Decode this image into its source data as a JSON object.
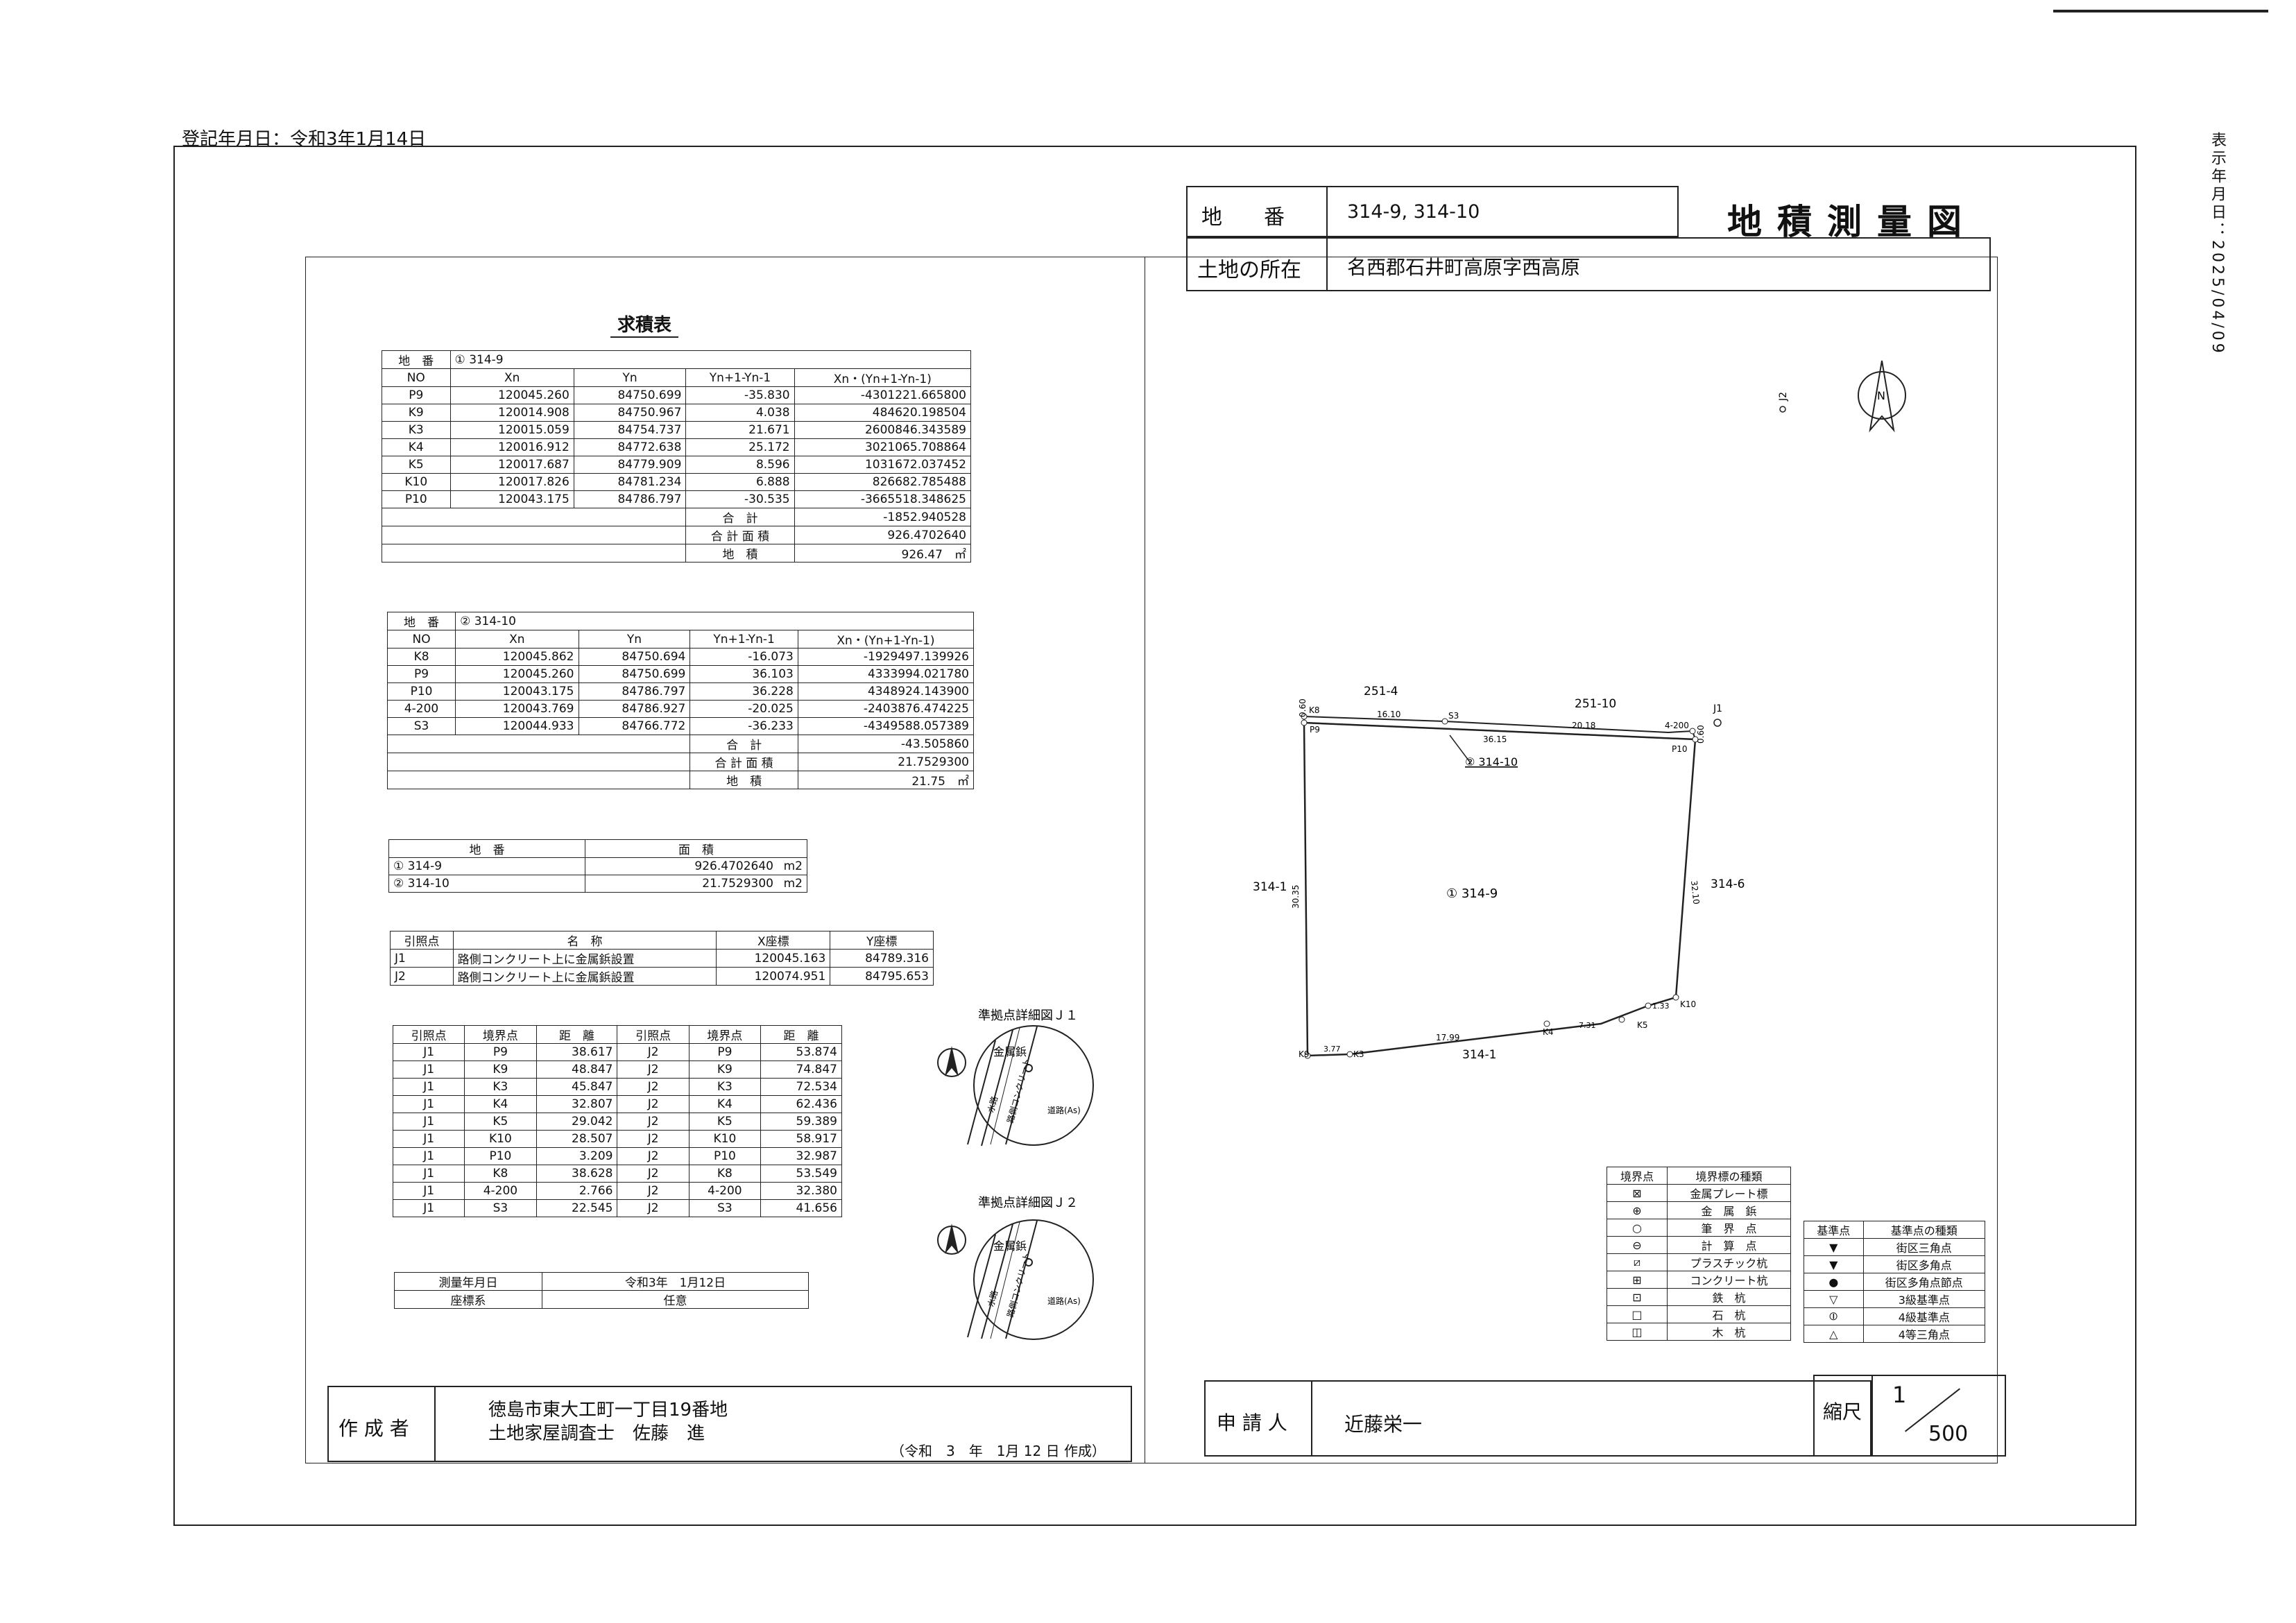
{
  "registration": {
    "label": "登記年月日：",
    "value": "令和3年1月14日"
  },
  "display_date": "表示年月日：2025/04/09",
  "title": "地積測量図",
  "parcel": {
    "label": "地　　番",
    "value": "314-9, 314-10"
  },
  "location": {
    "label": "土地の所在",
    "value": "名西郡石井町高原字西高原"
  },
  "calc_title": "求積表",
  "area_table_1": {
    "chiban_label": "地　番",
    "chiban_value": "① 314-9",
    "headers": [
      "NO",
      "Xn",
      "Yn",
      "Yn+1-Yn-1",
      "Xn・(Yn+1-Yn-1)"
    ],
    "rows": [
      [
        "P9",
        "120045.260",
        "84750.699",
        "-35.830",
        "-4301221.665800"
      ],
      [
        "K9",
        "120014.908",
        "84750.967",
        "4.038",
        "484620.198504"
      ],
      [
        "K3",
        "120015.059",
        "84754.737",
        "21.671",
        "2600846.343589"
      ],
      [
        "K4",
        "120016.912",
        "84772.638",
        "25.172",
        "3021065.708864"
      ],
      [
        "K5",
        "120017.687",
        "84779.909",
        "8.596",
        "1031672.037452"
      ],
      [
        "K10",
        "120017.826",
        "84781.234",
        "6.888",
        "826682.785488"
      ],
      [
        "P10",
        "120043.175",
        "84786.797",
        "-30.535",
        "-3665518.348625"
      ]
    ],
    "sum_label": "合　計",
    "sum_value": "-1852.940528",
    "total_label": "合 計 面 積",
    "total_value": "926.4702640",
    "area_label": "地　積",
    "area_value": "926.47",
    "area_unit": "㎡"
  },
  "area_table_2": {
    "chiban_label": "地　番",
    "chiban_value": "② 314-10",
    "headers": [
      "NO",
      "Xn",
      "Yn",
      "Yn+1-Yn-1",
      "Xn・(Yn+1-Yn-1)"
    ],
    "rows": [
      [
        "K8",
        "120045.862",
        "84750.694",
        "-16.073",
        "-1929497.139926"
      ],
      [
        "P9",
        "120045.260",
        "84750.699",
        "36.103",
        "4333994.021780"
      ],
      [
        "P10",
        "120043.175",
        "84786.797",
        "36.228",
        "4348924.143900"
      ],
      [
        "4-200",
        "120043.769",
        "84786.927",
        "-20.025",
        "-2403876.474225"
      ],
      [
        "S3",
        "120044.933",
        "84766.772",
        "-36.233",
        "-4349588.057389"
      ]
    ],
    "sum_label": "合　計",
    "sum_value": "-43.505860",
    "total_label": "合 計 面 積",
    "total_value": "21.7529300",
    "area_label": "地　積",
    "area_value": "21.75",
    "area_unit": "㎡"
  },
  "summary_table": {
    "headers": [
      "地　番",
      "面　積"
    ],
    "rows": [
      [
        "① 314-9",
        "926.4702640",
        "m2"
      ],
      [
        "② 314-10",
        "21.7529300",
        "m2"
      ]
    ]
  },
  "ref_table": {
    "headers": [
      "引照点",
      "名　称",
      "X座標",
      "Y座標"
    ],
    "rows": [
      [
        "J1",
        "路側コンクリート上に金属鋲設置",
        "120045.163",
        "84789.316"
      ],
      [
        "J2",
        "路側コンクリート上に金属鋲設置",
        "120074.951",
        "84795.653"
      ]
    ]
  },
  "dist_table": {
    "headers": [
      "引照点",
      "境界点",
      "距　離",
      "引照点",
      "境界点",
      "距　離"
    ],
    "rows": [
      [
        "J1",
        "P9",
        "38.617",
        "J2",
        "P9",
        "53.874"
      ],
      [
        "J1",
        "K9",
        "48.847",
        "J2",
        "K9",
        "74.847"
      ],
      [
        "J1",
        "K3",
        "45.847",
        "J2",
        "K3",
        "72.534"
      ],
      [
        "J1",
        "K4",
        "32.807",
        "J2",
        "K4",
        "62.436"
      ],
      [
        "J1",
        "K5",
        "29.042",
        "J2",
        "K5",
        "59.389"
      ],
      [
        "J1",
        "K10",
        "28.507",
        "J2",
        "K10",
        "58.917"
      ],
      [
        "J1",
        "P10",
        "3.209",
        "J2",
        "P10",
        "32.987"
      ],
      [
        "J1",
        "K8",
        "38.628",
        "J2",
        "K8",
        "53.549"
      ],
      [
        "J1",
        "4-200",
        "2.766",
        "J2",
        "4-200",
        "32.380"
      ],
      [
        "J1",
        "S3",
        "22.545",
        "J2",
        "S3",
        "41.656"
      ]
    ]
  },
  "survey_table": {
    "rows": [
      [
        "測量年月日",
        "令和3年　1月12日"
      ],
      [
        "座標系",
        "任意"
      ]
    ]
  },
  "detail_j1": {
    "title": "準拠点詳細図Ｊ１",
    "nail": "金属鋲",
    "road": "道路(As)",
    "concrete": "路側コンクリート",
    "gutter": "水路"
  },
  "detail_j2": {
    "title": "準拠点詳細図Ｊ２",
    "nail": "金属鋲",
    "road": "道路(As)",
    "concrete": "路側コンクリート",
    "gutter": "水路"
  },
  "map": {
    "north": "N",
    "lot_main": "① 314-9",
    "lot_strip": "② 314-10",
    "adj_251_4": "251-4",
    "adj_251_10": "251-10",
    "adj_314_1_left": "314-1",
    "adj_314_1_bottom": "314-1",
    "adj_314_6": "314-6",
    "points": {
      "K8": "K8",
      "P9": "P9",
      "K9": "K9",
      "K3": "K3",
      "K4": "K4",
      "K5": "K5",
      "K10": "K10",
      "P10": "P10",
      "S3": "S3",
      "p4_200": "4-200",
      "J1": "J1",
      "J2": "J2"
    },
    "dims": {
      "k8_s3": "16.10",
      "s3_4200": "20.18",
      "p9_p10": "36.15",
      "p9_k9": "30.35",
      "p10_k5": "32.10",
      "k9_k3": "3.77",
      "k3_k4": "17.99",
      "k4_k5": "7.31",
      "k5_k10": "1.33",
      "p10_4200": "0.60",
      "k8_p9": "0.60"
    }
  },
  "boundary_legend": {
    "headers": [
      "境界点",
      "境界標の種類"
    ],
    "rows": [
      [
        "⊠",
        "金属プレート標"
      ],
      [
        "⊕",
        "金　属　鋲"
      ],
      [
        "○",
        "筆　界　点"
      ],
      [
        "⊖",
        "計　算　点"
      ],
      [
        "⧄",
        "プラスチック杭"
      ],
      [
        "⊞",
        "コンクリート杭"
      ],
      [
        "⊡",
        "鉄　杭"
      ],
      [
        "□",
        "石　杭"
      ],
      [
        "◫",
        "木　杭"
      ]
    ]
  },
  "ref_legend": {
    "headers": [
      "基準点",
      "基準点の種類"
    ],
    "rows": [
      [
        "▼",
        "街区三角点"
      ],
      [
        "▼",
        "街区多角点"
      ],
      [
        "●",
        "街区多角点節点"
      ],
      [
        "▽",
        "3級基準点"
      ],
      [
        "⦶",
        "4級基準点"
      ],
      [
        "△",
        "4等三角点"
      ]
    ]
  },
  "creator": {
    "label": "作 成 者",
    "address": "徳島市東大工町一丁目19番地",
    "name": "土地家屋調査士　佐藤　進",
    "date": "（令和　3　年　1月 12 日 作成）"
  },
  "applicant": {
    "label": "申 請 人",
    "name": "近藤栄一"
  },
  "scale": {
    "label": "縮尺",
    "numerator": "1",
    "denominator": "500"
  }
}
